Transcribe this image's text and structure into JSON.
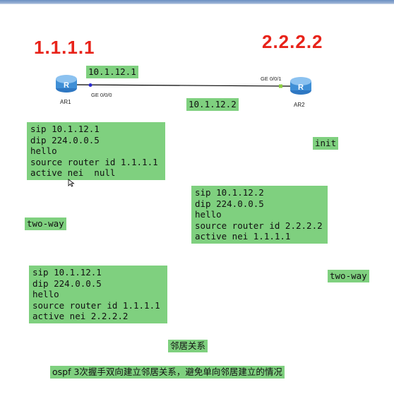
{
  "routers": {
    "r1": {
      "name": "AR1",
      "router_id_display": "1.1.1.1",
      "interface": "GE 0/0/0",
      "subnet_label": "10.1.12.1",
      "icon": "router-icon"
    },
    "r2": {
      "name": "AR2",
      "router_id_display": "2.2.2.2",
      "interface": "GE 0/0/1",
      "subnet_label": "10.1.12.2",
      "icon": "router-icon"
    }
  },
  "packets": {
    "p1": [
      "sip 10.1.12.1",
      "dip 224.0.0.5",
      "hello",
      "source router id 1.1.1.1",
      "active nei  null"
    ],
    "p2": [
      "sip 10.1.12.2",
      "dip 224.0.0.5",
      "hello",
      "source router id 2.2.2.2",
      "active nei 1.1.1.1"
    ],
    "p3": [
      "sip 10.1.12.1",
      "dip 224.0.0.5",
      "hello",
      "source router id 1.1.1.1",
      "active nei 2.2.2.2"
    ]
  },
  "states": {
    "r2_init": "init",
    "r1_two_way": "two-way",
    "r2_two_way": "two-way"
  },
  "relationship_label": "邻居关系",
  "summary": "ospf 3次握手双向建立邻居关系，避免单向邻居建立的情况",
  "colors": {
    "highlight": "#7fd07f",
    "router_id": "#e8231a",
    "router_body": "#3f8fd6",
    "port_r1": "#2a2ad0",
    "port_r2": "#8ccf3f"
  }
}
